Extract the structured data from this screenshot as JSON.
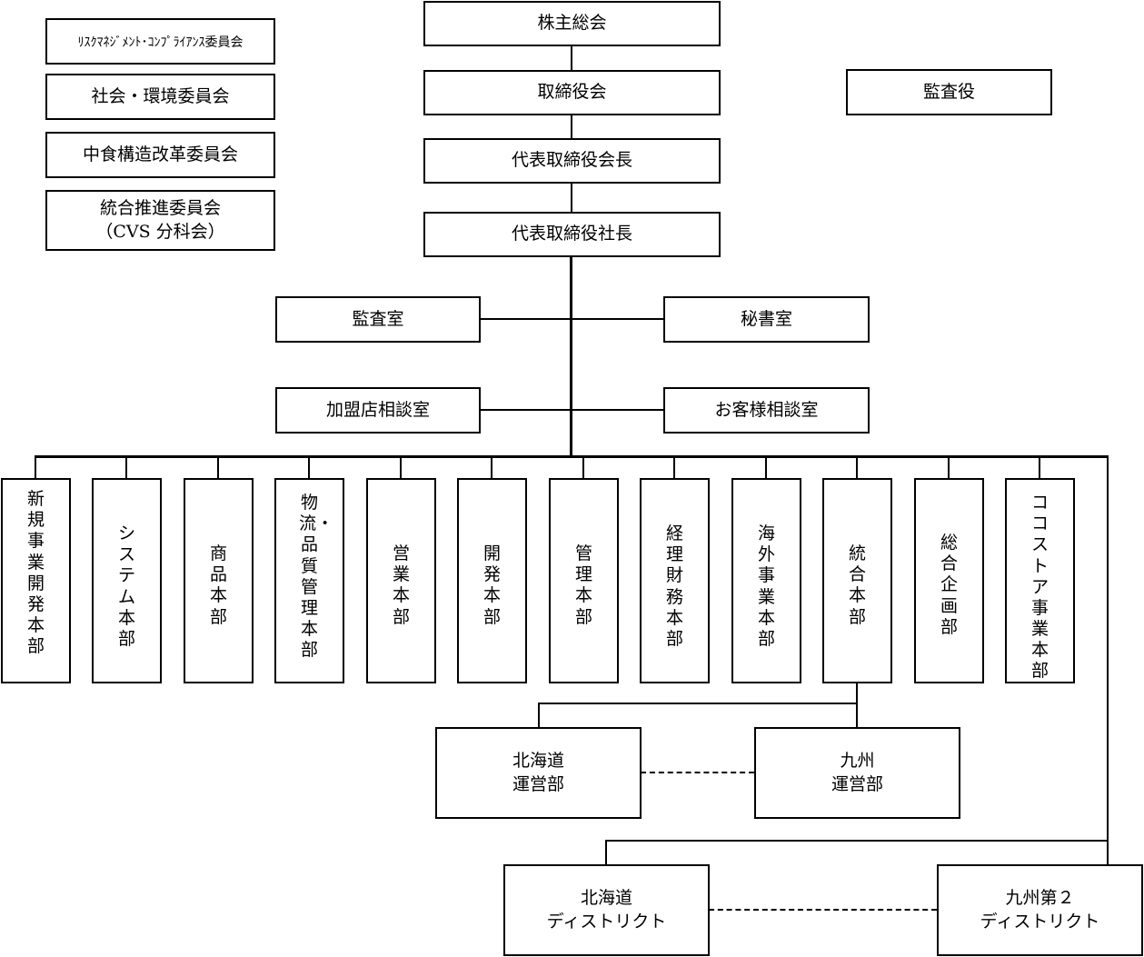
{
  "top_chain": {
    "shareholders": "株主総会",
    "board": "取締役会",
    "chairman": "代表取締役会長",
    "president": "代表取締役社長"
  },
  "auditor": "監査役",
  "committees": {
    "risk": "ﾘｽｸﾏﾈｼﾞﾒﾝﾄ･ｺﾝﾌﾟﾗｲｱﾝｽ委員会",
    "social": "社会・環境委員会",
    "food": "中食構造改革委員会",
    "integration_line1": "統合推進委員会",
    "integration_line2": "（CVS 分科会）"
  },
  "staff_offices": {
    "audit_office": "監査室",
    "secretary_office": "秘書室",
    "franchise_consult": "加盟店相談室",
    "customer_consult": "お客様相談室"
  },
  "divisions": [
    "新規事業開発本部",
    "システム本部",
    "商品本部",
    "物流・品質管理本部",
    "営業本部",
    "開発本部",
    "管理本部",
    "経理財務本部",
    "海外事業本部",
    "統合本部",
    "総合企画部",
    "ココストア事業本部"
  ],
  "operations": {
    "hokkaido_line1": "北海道",
    "hokkaido_line2": "運営部",
    "kyushu_line1": "九州",
    "kyushu_line2": "運営部"
  },
  "districts": {
    "hokkaido_line1": "北海道",
    "hokkaido_line2": "ディストリクト",
    "kyushu_line1": "九州第２",
    "kyushu_line2": "ディストリクト"
  }
}
